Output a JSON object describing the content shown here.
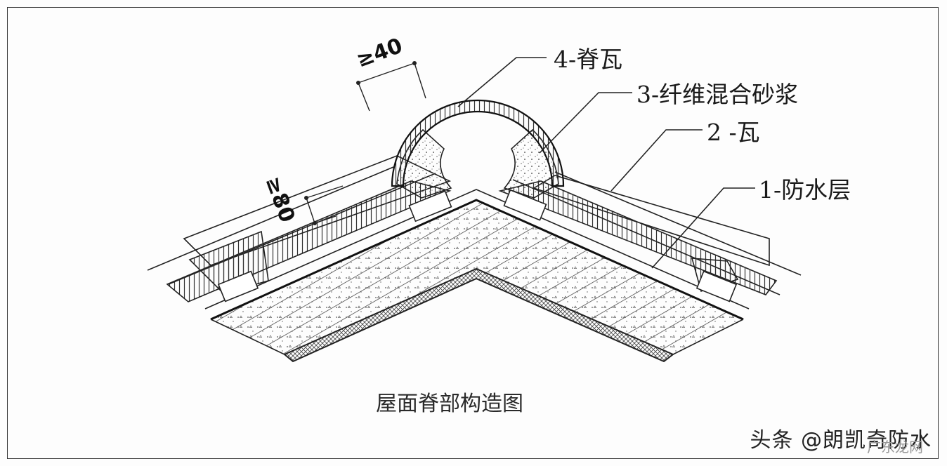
{
  "diagram": {
    "caption": "屋面脊部构造图",
    "dimension_width": "≥40",
    "dimension_depth": "≥80",
    "labels": {
      "ridge_tile": "4-脊瓦",
      "mortar": "3-纤维混合砂浆",
      "tile": "2 -瓦",
      "waterproof": "1-防水层"
    }
  },
  "watermark": {
    "text": "头条 @朗凯奇防水",
    "overlay": "广东龙网"
  }
}
